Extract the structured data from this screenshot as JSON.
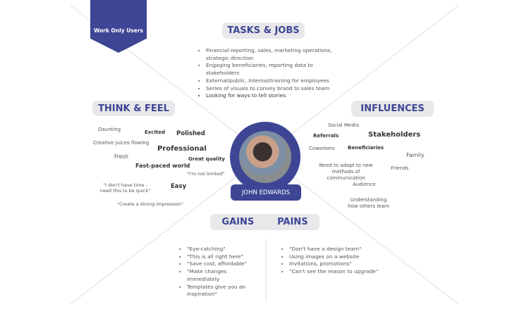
{
  "badge": "Work Only Users",
  "tasks": {
    "title": "TASKS & JOBS",
    "items": [
      "Financial reporting, sales, marketing operations, strategic direction",
      "Engaging beneficiaries, reporting data to stakeholders",
      "External/public, internal/training for employees",
      "Series of visuals to convey brand to sales team",
      "Looking for ways to tell stories"
    ]
  },
  "think": {
    "title": "THINK & FEEL",
    "words": [
      "Daunting",
      "Excited",
      "Polished",
      "Creative juices flowing",
      "Professional",
      "Fresh",
      "Great quality",
      "Fast-paced world",
      "\"I'm not limited\"",
      "\"I don't have time - need this to be quick\"",
      "Easy",
      "\"Create a strong impression\""
    ]
  },
  "influences": {
    "title": "INFLUENCES",
    "words": [
      "Social Media",
      "Referrals",
      "Stakeholders",
      "Coworkers",
      "Beneficiaries",
      "Family",
      "Need to adapt to new methods of communication",
      "Friends",
      "Audience",
      "Understanding how others learn"
    ]
  },
  "persona": {
    "name": "JOHN EDWARDS"
  },
  "gains": {
    "title": "GAINS",
    "items": [
      "\"Eye-catching\"",
      "\"This is all right here\"",
      "\"Save cost, affordable\"",
      "\"Make changes immediately",
      "Templates give you an inspiration\""
    ]
  },
  "pains": {
    "title": "PAINS",
    "items": [
      "\"Don't have a design team\"",
      "Using images on a website",
      "Invitations, promotions\"",
      "\"Can't see the reason to upgrade\""
    ]
  },
  "colors": {
    "accent": "#3d4594",
    "pill": "#e8e8ea"
  }
}
